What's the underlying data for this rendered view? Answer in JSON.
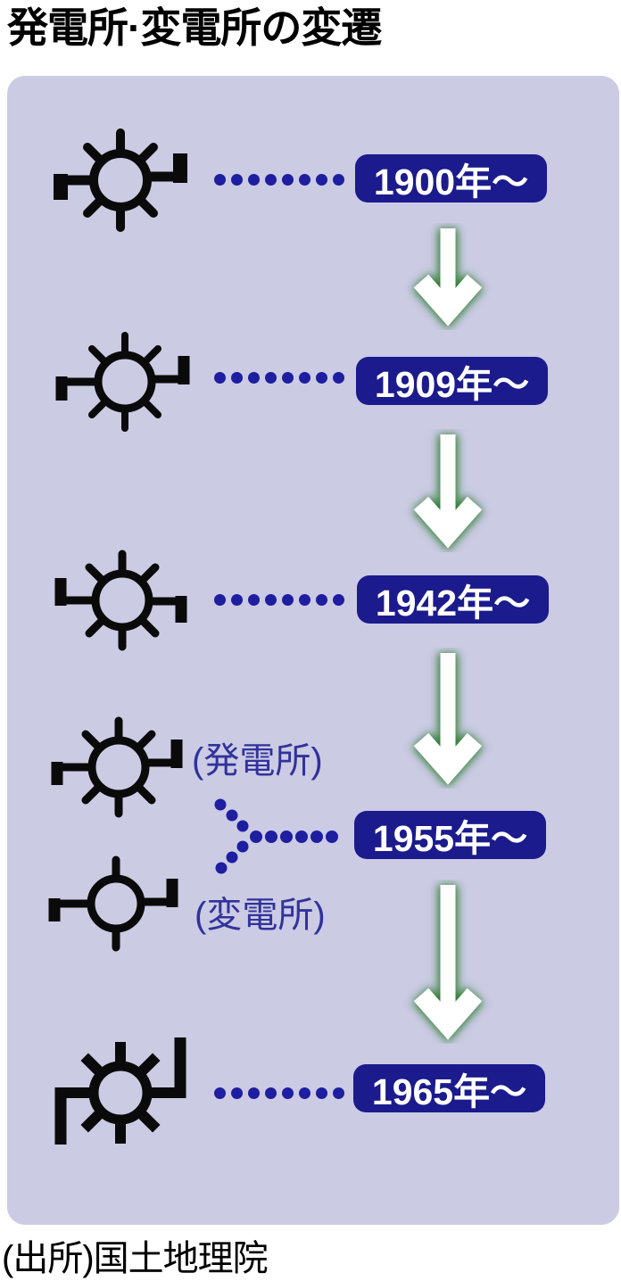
{
  "title": "発電所·変電所の変遷",
  "source": "(出所)国土地理院",
  "colors": {
    "panel_bg": "#cbcbe4",
    "badge_bg": "#1b1b8d",
    "badge_text": "#ffffff",
    "dot_blue": "#1e1ea0",
    "label_blue": "#32329b",
    "arrow_fill": "#ffffff",
    "arrow_glow_green": "#2e7d33",
    "symbol_black": "#0a0a0a"
  },
  "timeline": {
    "rows": [
      {
        "year": "1900年〜",
        "icon": "power-plant-map-symbol-1900"
      },
      {
        "year": "1909年〜",
        "icon": "power-plant-map-symbol-1909"
      },
      {
        "year": "1942年〜",
        "icon": "power-plant-map-symbol-1942"
      },
      {
        "year": "1955年〜",
        "icon": "power-plant-and-substation-map-symbols-1955",
        "power_plant_label": "(発電所)",
        "substation_label": "(変電所)"
      },
      {
        "year": "1965年〜",
        "icon": "power-plant-map-symbol-1965"
      }
    ]
  }
}
